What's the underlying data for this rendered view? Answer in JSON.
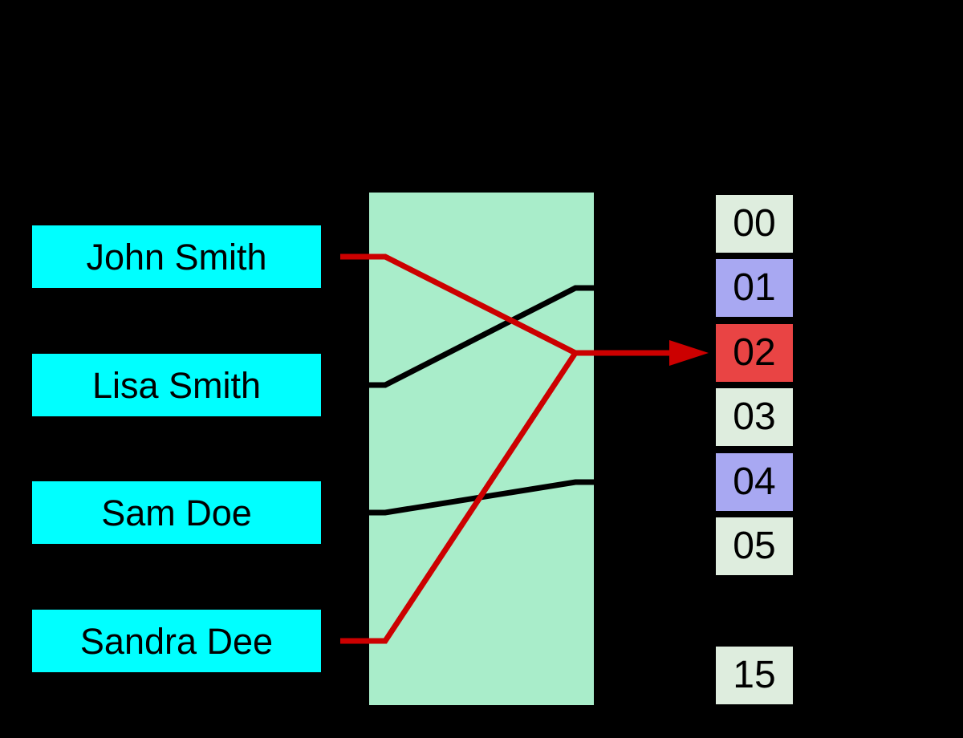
{
  "diagram_type": "hash-function-mapping",
  "keys": [
    {
      "label": "John Smith"
    },
    {
      "label": "Lisa Smith"
    },
    {
      "label": "Sam Doe"
    },
    {
      "label": "Sandra Dee"
    }
  ],
  "buckets": [
    {
      "label": "00",
      "state": "empty"
    },
    {
      "label": "01",
      "state": "occupied"
    },
    {
      "label": "02",
      "state": "collision"
    },
    {
      "label": "03",
      "state": "empty"
    },
    {
      "label": "04",
      "state": "occupied"
    },
    {
      "label": "05",
      "state": "empty"
    },
    {
      "label": "15",
      "state": "empty"
    }
  ],
  "mappings": [
    {
      "key": "John Smith",
      "bucket": "02",
      "collision": true
    },
    {
      "key": "Lisa Smith",
      "bucket": "01",
      "collision": false
    },
    {
      "key": "Sam Doe",
      "bucket": "04",
      "collision": false
    },
    {
      "key": "Sandra Dee",
      "bucket": "02",
      "collision": true
    }
  ],
  "colors": {
    "background": "#000000",
    "key_fill": "#00FFFF",
    "hash_box_fill": "#A9EDCA",
    "bucket_empty_fill": "#DEEDDE",
    "bucket_occupied_fill": "#A8A8F2",
    "bucket_collision_fill": "#E94444",
    "collision_line": "#CC0000",
    "normal_line": "#000000",
    "text": "#000000"
  }
}
